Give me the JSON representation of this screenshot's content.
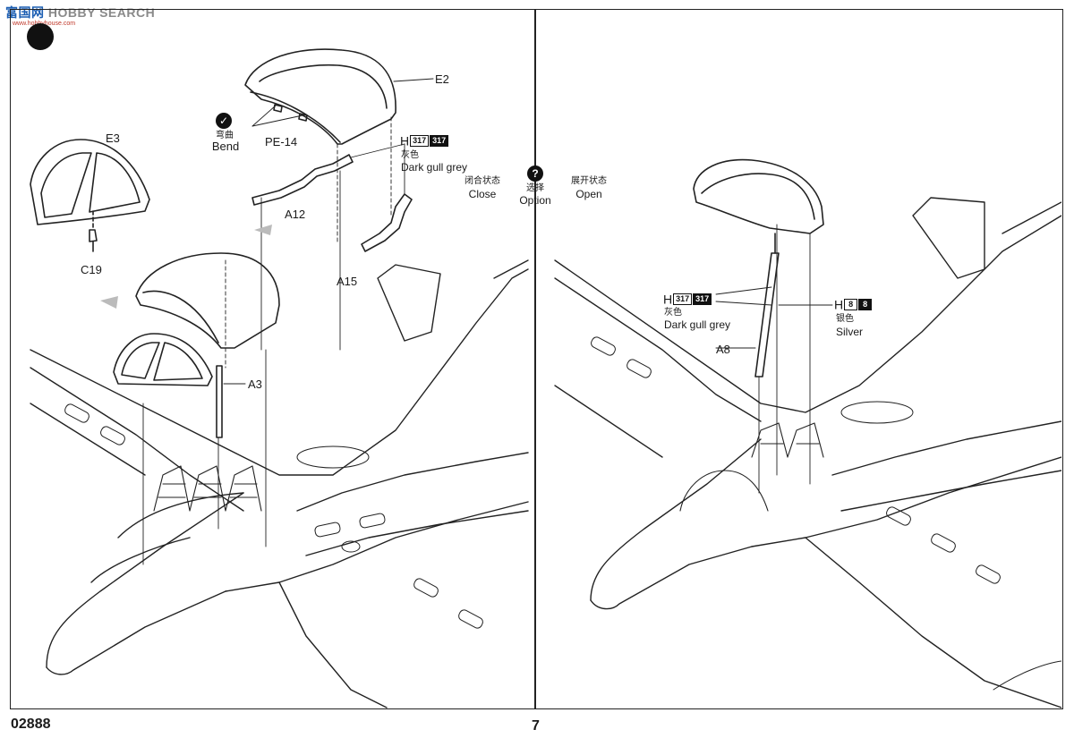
{
  "watermark": {
    "logo_text": "富国网",
    "brand": "HOBBY SEARCH",
    "sub": "www.hobbyhouse.com"
  },
  "left_panel": {
    "labels": {
      "e2": "E2",
      "e3": "E3",
      "c19": "C19",
      "pe14": "PE-14",
      "a12": "A12",
      "a15": "A15",
      "a3": "A3"
    },
    "bend": {
      "cn": "弯曲",
      "en": "Bend",
      "icon": "check-icon"
    },
    "paint": {
      "letter": "H",
      "code1": "317",
      "code2": "317",
      "cn": "灰色",
      "en": "Dark gull grey"
    }
  },
  "options": {
    "close": {
      "cn": "闭合状态",
      "en": "Close"
    },
    "option": {
      "cn": "选择",
      "en": "Option",
      "icon": "question-icon"
    },
    "open": {
      "cn": "展开状态",
      "en": "Open"
    }
  },
  "right_panel": {
    "paint_grey": {
      "letter": "H",
      "code1": "317",
      "code2": "317",
      "cn": "灰色",
      "en": "Dark gull grey"
    },
    "paint_silver": {
      "letter": "H",
      "code1": "8",
      "code2": "8",
      "cn": "银色",
      "en": "Silver"
    },
    "a8": "A8"
  },
  "footer": {
    "kit_number": "02888",
    "page_number": "7"
  }
}
